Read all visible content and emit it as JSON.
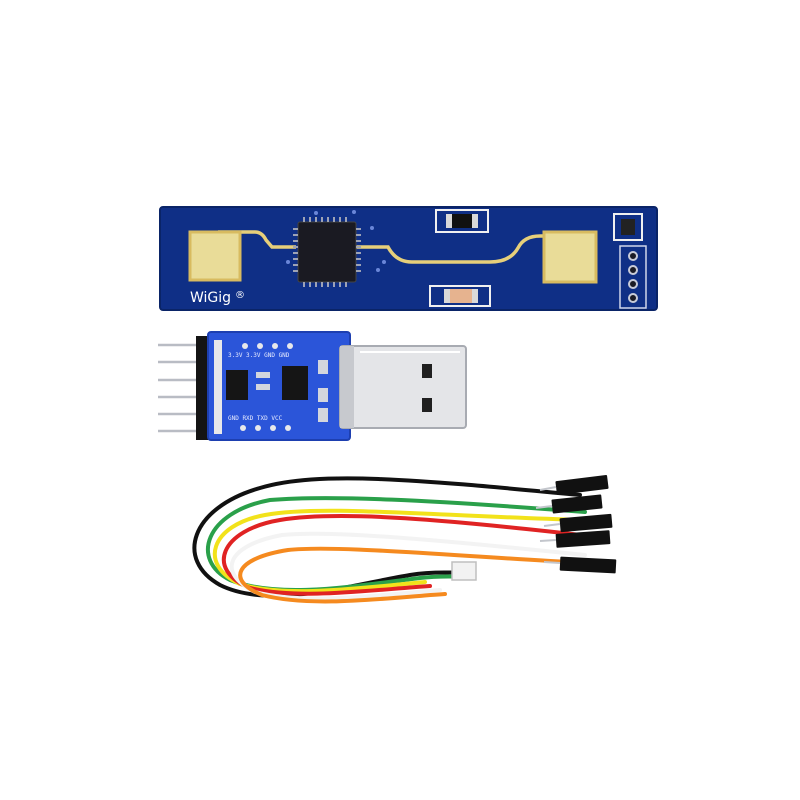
{
  "radar_board": {
    "logo_text": "WiGig",
    "logo_mark": "®",
    "board_color": "#0f2f86",
    "trace_color": "#e6cf7a"
  },
  "usb_adapter": {
    "board_color": "#2b55d9",
    "top_pin_labels": "3.3V 3.3V GND GND",
    "bottom_pin_labels": "GND RXD TXD VCC"
  },
  "cable": {
    "wire_colors": [
      "#111111",
      "#2aa04a",
      "#f2e21b",
      "#e02323",
      "#f3f3f3",
      "#f58a1f"
    ],
    "connector_color": "#111111"
  }
}
